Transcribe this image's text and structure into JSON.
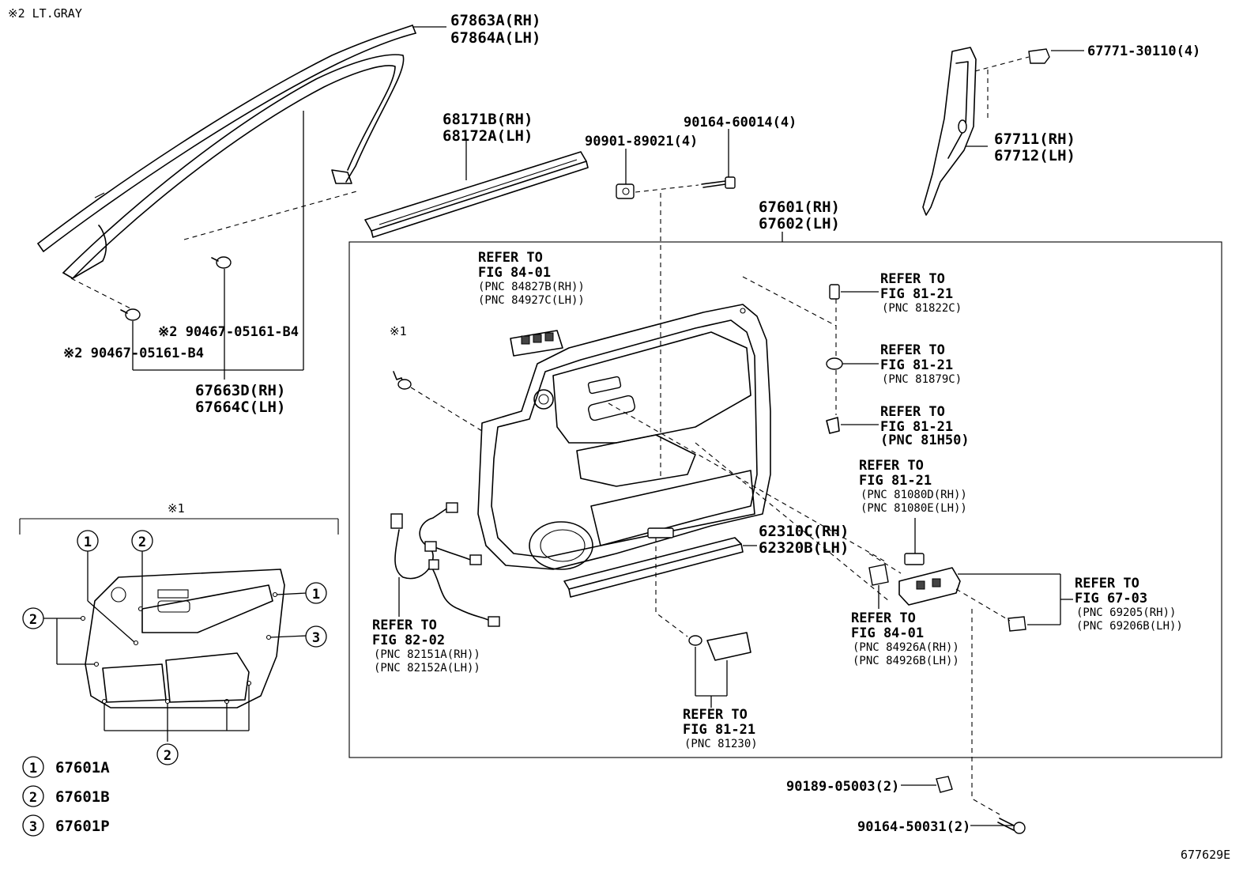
{
  "note_top": "※2 LT.GRAY",
  "labels": {
    "p67863a": "67863A(RH)",
    "p67864a": "67864A(LH)",
    "p68171b": "68171B(RH)",
    "p68172a": "68172A(LH)",
    "p90901": "90901-89021(4)",
    "p90164_60014": "90164-60014(4)",
    "p67771": "67771-30110(4)",
    "p67711": "67711(RH)",
    "p67712": "67712(LH)",
    "p67601": "67601(RH)",
    "p67602": "67602(LH)",
    "p90467_a": "※2 90467-05161-B4",
    "p90467_b": "※2 90467-05161-B4",
    "p67663d": "67663D(RH)",
    "p67664c": "67664C(LH)",
    "p62310c": "62310C(RH)",
    "p62320b": "62320B(LH)",
    "p90189": "90189-05003(2)",
    "p90164_50031": "90164-50031(2)",
    "mark1": "※1",
    "mark1_box": "※1",
    "fig_id": "677629E"
  },
  "refers": {
    "r1": {
      "l1": "REFER TO",
      "l2": "FIG 84-01",
      "l3": "(PNC 84827B(RH))",
      "l4": "(PNC 84927C(LH))"
    },
    "r2": {
      "l1": "REFER TO",
      "l2": "FIG 81-21",
      "l3": "(PNC 81822C)"
    },
    "r3": {
      "l1": "REFER TO",
      "l2": "FIG 81-21",
      "l3": "(PNC 81879C)"
    },
    "r4": {
      "l1": "REFER TO",
      "l2": "FIG 81-21",
      "l3": "(PNC 81H50)"
    },
    "r5": {
      "l1": "REFER TO",
      "l2": "FIG 81-21",
      "l3": "(PNC 81080D(RH))",
      "l4": "(PNC 81080E(LH))"
    },
    "r6": {
      "l1": "REFER TO",
      "l2": "FIG 67-03",
      "l3": "(PNC 69205(RH))",
      "l4": "(PNC 69206B(LH))"
    },
    "r7": {
      "l1": "REFER TO",
      "l2": "FIG 84-01",
      "l3": "(PNC 84926A(RH))",
      "l4": "(PNC 84926B(LH))"
    },
    "r8": {
      "l1": "REFER TO",
      "l2": "FIG 82-02",
      "l3": "(PNC 82151A(RH))",
      "l4": "(PNC 82152A(LH))"
    },
    "r9": {
      "l1": "REFER TO",
      "l2": "FIG 81-21",
      "l3": "(PNC 81230)"
    }
  },
  "callout_numbers": [
    "1",
    "2",
    "3"
  ],
  "legend": [
    {
      "num": "1",
      "part": "67601A"
    },
    {
      "num": "2",
      "part": "67601B"
    },
    {
      "num": "3",
      "part": "67601P"
    }
  ]
}
